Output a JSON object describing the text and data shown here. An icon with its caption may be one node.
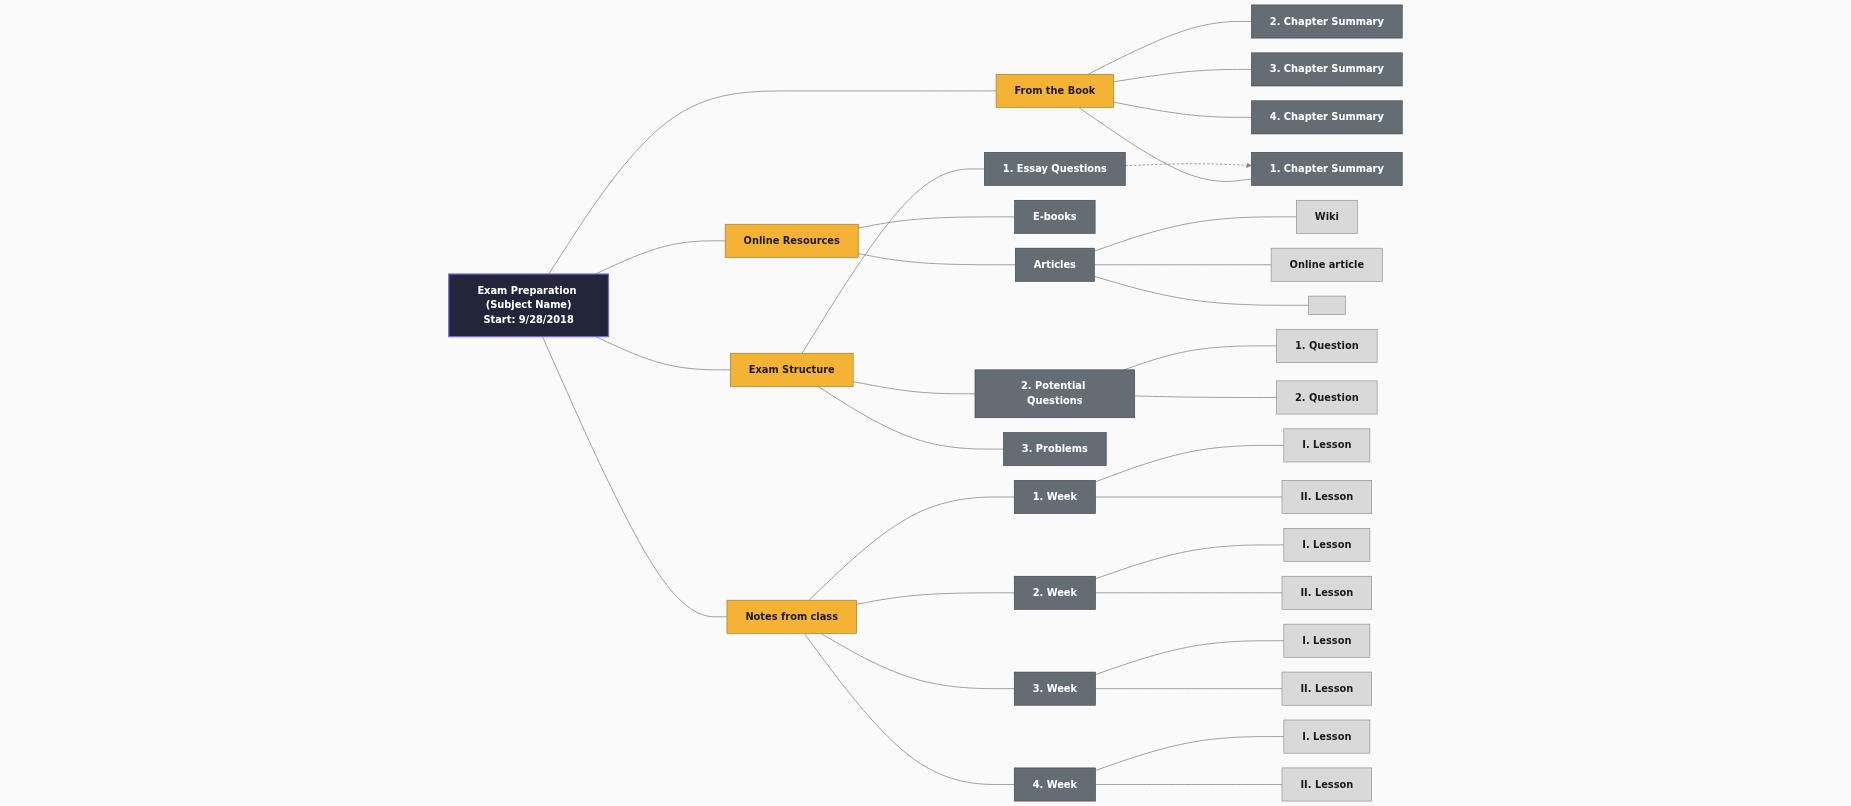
{
  "diagram": {
    "nodes": [
      {
        "text": [
          "Exam Preparation (Subject Name)",
          "Start: 9/28/2018"
        ]
      },
      {
        "text": [
          "From the Book"
        ]
      },
      {
        "text": [
          "1. Chapter Summary"
        ]
      },
      {
        "text": [
          "2. Chapter Summary"
        ]
      },
      {
        "text": [
          "3. Chapter Summary"
        ]
      },
      {
        "text": [
          "4. Chapter Summary"
        ]
      },
      {
        "text": [
          "Online Resources"
        ]
      },
      {
        "text": [
          "Articles"
        ]
      },
      {
        "text": [
          "Wiki"
        ]
      },
      {
        "text": [
          "Online article"
        ]
      },
      {
        "text": [],
        "shape": "box"
      },
      {
        "text": [
          "E-books"
        ]
      },
      {
        "text": [
          "Exam Structure"
        ]
      },
      {
        "text": [
          "1. Essay Questions"
        ]
      },
      {
        "text": [
          "2. Potential Questions"
        ]
      },
      {
        "text": [
          "1. Question"
        ]
      },
      {
        "text": [
          "2. Question"
        ]
      },
      {
        "text": [
          "3. Problems"
        ]
      },
      {
        "text": [
          "Notes from class"
        ]
      },
      {
        "text": [
          "1. Week"
        ]
      },
      {
        "text": [
          "I. Lesson"
        ]
      },
      {
        "text": [
          "II. Lesson"
        ]
      },
      {
        "text": [
          "2. Week"
        ]
      },
      {
        "text": [
          "I. Lesson"
        ]
      },
      {
        "text": [
          "II. Lesson"
        ]
      },
      {
        "text": [
          "3. Week"
        ]
      },
      {
        "text": [
          "I. Lesson"
        ]
      },
      {
        "text": [
          "II. Lesson"
        ]
      },
      {
        "text": [
          "4. Week"
        ]
      },
      {
        "text": [
          "I. Lesson"
        ]
      },
      {
        "text": [
          "II. Lesson"
        ]
      }
    ],
    "edges": [
      {
        "from": 0,
        "to": 1,
        "arrow": "none"
      },
      {
        "from": 1,
        "to": 2,
        "arrow": "none"
      },
      {
        "from": 1,
        "to": 3,
        "arrow": "none"
      },
      {
        "from": 1,
        "to": 4,
        "arrow": "none"
      },
      {
        "from": 1,
        "to": 5,
        "arrow": "none"
      },
      {
        "from": 0,
        "to": 6,
        "arrow": "none"
      },
      {
        "from": 6,
        "to": 7,
        "arrow": "none"
      },
      {
        "from": 7,
        "to": 8,
        "arrow": "none"
      },
      {
        "from": 7,
        "to": 9,
        "arrow": "none"
      },
      {
        "from": 7,
        "to": 10,
        "arrow": "none"
      },
      {
        "from": 6,
        "to": 11,
        "arrow": "none"
      },
      {
        "from": 0,
        "to": 12,
        "arrow": "none"
      },
      {
        "from": 12,
        "to": 13,
        "arrow": "none"
      },
      {
        "from": 12,
        "to": 14,
        "arrow": "none"
      },
      {
        "from": 14,
        "to": 15,
        "arrow": "none"
      },
      {
        "from": 14,
        "to": 16,
        "arrow": "none"
      },
      {
        "from": 12,
        "to": 17,
        "arrow": "none"
      },
      {
        "from": 0,
        "to": 18,
        "arrow": "none"
      },
      {
        "from": 18,
        "to": 19,
        "arrow": "none"
      },
      {
        "from": 19,
        "to": 20,
        "arrow": "none"
      },
      {
        "from": 19,
        "to": 21,
        "arrow": "none"
      },
      {
        "from": 18,
        "to": 22,
        "arrow": "none"
      },
      {
        "from": 22,
        "to": 23,
        "arrow": "none"
      },
      {
        "from": 22,
        "to": 24,
        "arrow": "none"
      },
      {
        "from": 18,
        "to": 25,
        "arrow": "none"
      },
      {
        "from": 25,
        "to": 26,
        "arrow": "none"
      },
      {
        "from": 25,
        "to": 27,
        "arrow": "none"
      },
      {
        "from": 18,
        "to": 28,
        "arrow": "none"
      },
      {
        "from": 28,
        "to": 29,
        "arrow": "none"
      },
      {
        "from": 28,
        "to": 30,
        "arrow": "none"
      },
      {
        "from": 13,
        "to": 2,
        "arrow": "to",
        "style": "dashed",
        "color": "#888888"
      }
    ]
  }
}
